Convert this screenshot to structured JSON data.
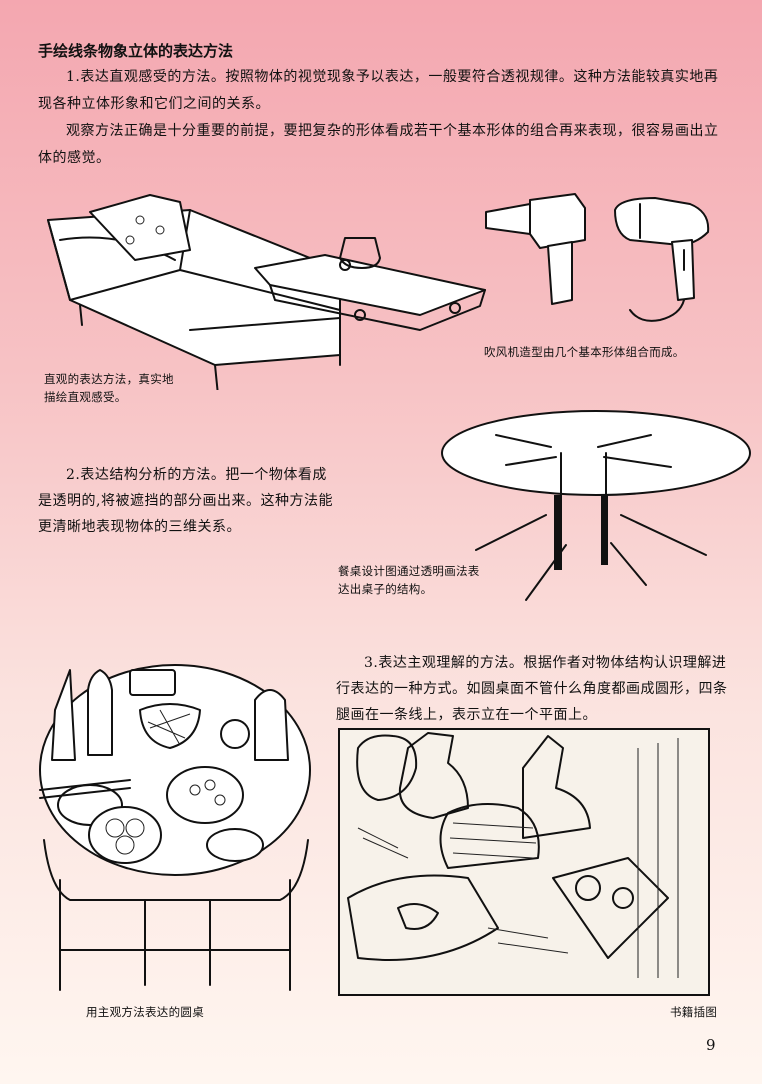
{
  "heading": "手绘线条物象立体的表达方法",
  "paragraphs": {
    "p1": "1.表达直观感受的方法。按照物体的视觉现象予以表达，一般要符合透视规律。这种方法能较真实地再现各种立体形象和它们之间的关系。",
    "p2": "观察方法正确是十分重要的前提，要把复杂的形体看成若干个基本形体的组合再来表现，很容易画出立体的感觉。",
    "p3": "2.表达结构分析的方法。把一个物体看成是透明的,将被遮挡的部分画出来。这种方法能更清晰地表现物体的三维关系。",
    "p4": "3.表达主观理解的方法。根据作者对物体结构认识理解进行表达的一种方式。如圆桌面不管什么角度都画成圆形，四条腿画在一条线上，表示立在一个平面上。"
  },
  "captions": {
    "sofa": "直观的表达方法，真实地描绘直观感受。",
    "dryer": "吹风机造型由几个基本形体组合而成。",
    "table": "餐桌设计图通过透明画法表达出桌子的结构。",
    "round_table": "用主观方法表达的圆桌",
    "book": "书籍插图"
  },
  "page_number": "9"
}
